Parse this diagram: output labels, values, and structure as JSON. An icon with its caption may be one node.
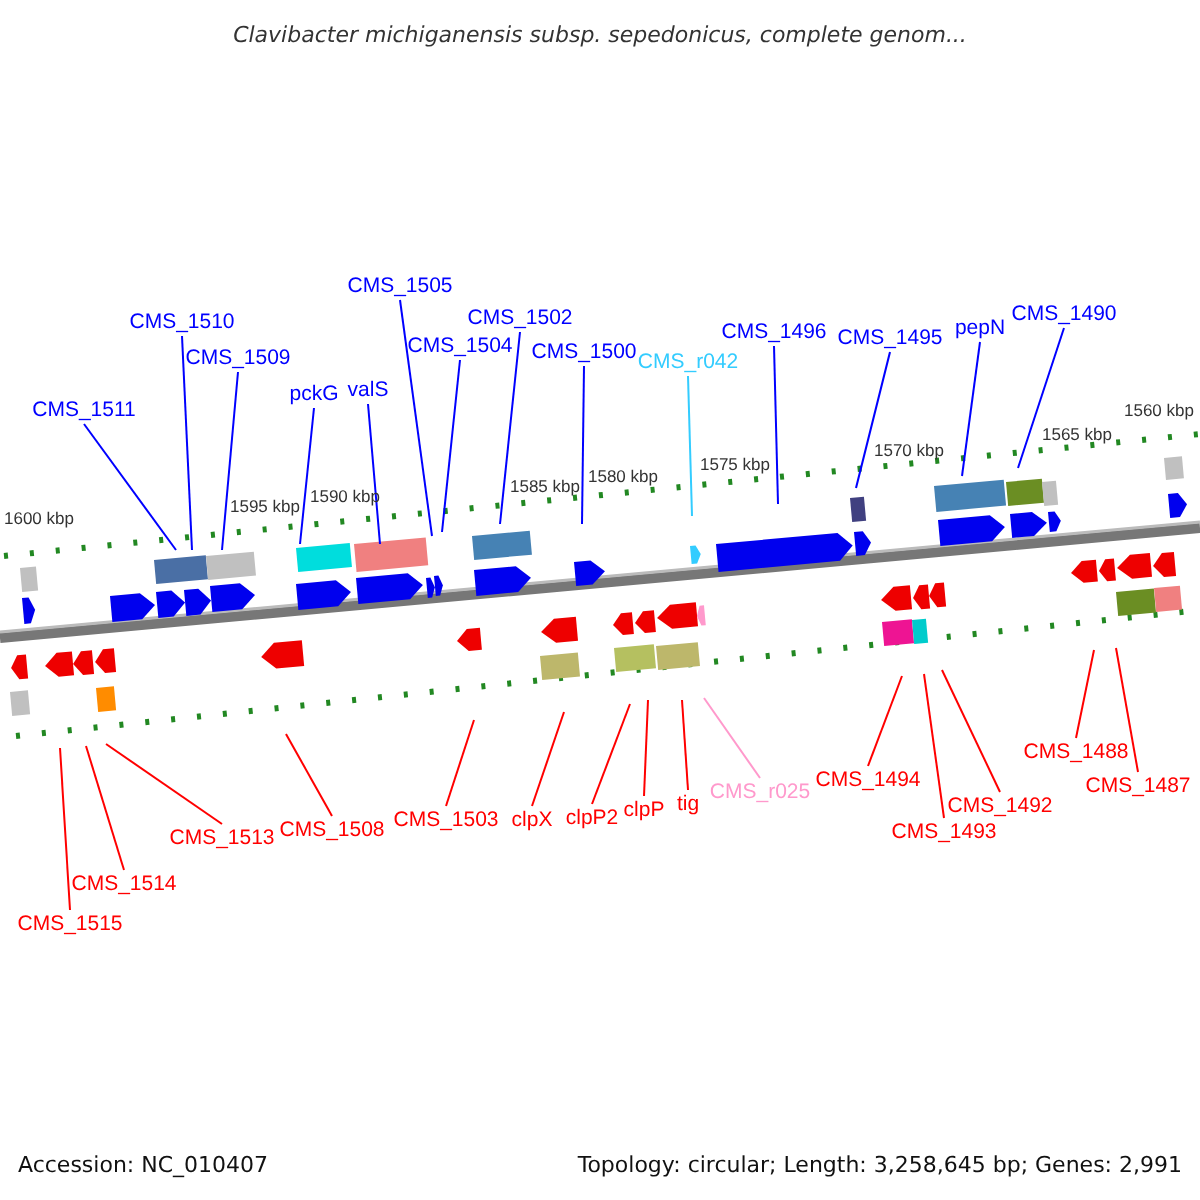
{
  "diagram": {
    "title": "Clavibacter michiganensis subsp. sepedonicus, complete genom...",
    "nodes": [
      {
        "text": [
          "CMS_1511"
        ]
      },
      {
        "text": [
          "CMS_1510"
        ]
      },
      {
        "text": [
          "CMS_1509"
        ]
      },
      {
        "text": [
          "pckG"
        ]
      },
      {
        "text": [
          "valS"
        ]
      },
      {
        "text": [
          "CMS_1505"
        ]
      },
      {
        "text": [
          "CMS_1504"
        ]
      },
      {
        "text": [
          "CMS_1502"
        ]
      },
      {
        "text": [
          "CMS_1500"
        ]
      },
      {
        "text": [
          "CMS_r042"
        ]
      },
      {
        "text": [
          "CMS_1496"
        ]
      },
      {
        "text": [
          "CMS_1495"
        ]
      },
      {
        "text": [
          "pepN"
        ]
      },
      {
        "text": [
          "CMS_1490"
        ]
      },
      {
        "text": [
          "CMS_1515"
        ]
      },
      {
        "text": [
          "CMS_1514"
        ]
      },
      {
        "text": [
          "CMS_1513"
        ]
      },
      {
        "text": [
          "CMS_1508"
        ]
      },
      {
        "text": [
          "CMS_1503"
        ]
      },
      {
        "text": [
          "clpX"
        ]
      },
      {
        "text": [
          "clpP2"
        ]
      },
      {
        "text": [
          "clpP"
        ]
      },
      {
        "text": [
          "tig"
        ]
      },
      {
        "text": [
          "CMS_r025"
        ]
      },
      {
        "text": [
          "CMS_1494"
        ]
      },
      {
        "text": [
          "CMS_1493"
        ]
      },
      {
        "text": [
          "CMS_1492"
        ]
      },
      {
        "text": [
          "CMS_1488"
        ]
      },
      {
        "text": [
          "CMS_1487"
        ]
      }
    ],
    "edges": [
      {
        "from": 0,
        "to": null,
        "arrow": "none",
        "color": "#0000ff"
      },
      {
        "from": 1,
        "to": null,
        "arrow": "none",
        "color": "#0000ff"
      },
      {
        "from": 2,
        "to": null,
        "arrow": "none",
        "color": "#0000ff"
      },
      {
        "from": 3,
        "to": null,
        "arrow": "none",
        "color": "#0000ff"
      },
      {
        "from": 4,
        "to": null,
        "arrow": "none",
        "color": "#0000ff"
      },
      {
        "from": 5,
        "to": null,
        "arrow": "none",
        "color": "#0000ff"
      },
      {
        "from": 6,
        "to": null,
        "arrow": "none",
        "color": "#0000ff"
      },
      {
        "from": 7,
        "to": null,
        "arrow": "none",
        "color": "#0000ff"
      },
      {
        "from": 8,
        "to": null,
        "arrow": "none",
        "color": "#0000ff"
      },
      {
        "from": 9,
        "to": null,
        "arrow": "none",
        "color": "#33ccff"
      },
      {
        "from": 10,
        "to": null,
        "arrow": "none",
        "color": "#0000ff"
      },
      {
        "from": 11,
        "to": null,
        "arrow": "none",
        "color": "#0000ff"
      },
      {
        "from": 12,
        "to": null,
        "arrow": "none",
        "color": "#0000ff"
      },
      {
        "from": 13,
        "to": null,
        "arrow": "none",
        "color": "#0000ff"
      },
      {
        "from": 14,
        "to": null,
        "arrow": "none"
      },
      {
        "from": 15,
        "to": null,
        "arrow": "none"
      },
      {
        "from": 16,
        "to": null,
        "arrow": "none"
      },
      {
        "from": 17,
        "to": null,
        "arrow": "none"
      },
      {
        "from": 18,
        "to": null,
        "arrow": "none"
      },
      {
        "from": 19,
        "to": null,
        "arrow": "none"
      },
      {
        "from": 20,
        "to": null,
        "arrow": "none"
      },
      {
        "from": 21,
        "to": null,
        "arrow": "none"
      },
      {
        "from": 22,
        "to": null,
        "arrow": "none"
      },
      {
        "from": 23,
        "to": null,
        "arrow": "none",
        "color": "#ff99cc"
      },
      {
        "from": 24,
        "to": null,
        "arrow": "none"
      },
      {
        "from": 25,
        "to": null,
        "arrow": "none"
      },
      {
        "from": 26,
        "to": null,
        "arrow": "none"
      },
      {
        "from": 27,
        "to": null,
        "arrow": "none"
      },
      {
        "from": 28,
        "to": null,
        "arrow": "none"
      }
    ],
    "labels": [
      "1600 kbp",
      "1595 kbp",
      "1590 kbp",
      "1585 kbp",
      "1580 kbp",
      "1575 kbp",
      "1570 kbp",
      "1565 kbp",
      "1560 kbp",
      "Accession: NC_010407",
      "Topology: circular; Length: 3,258,645 bp; Genes: 2,991"
    ]
  }
}
